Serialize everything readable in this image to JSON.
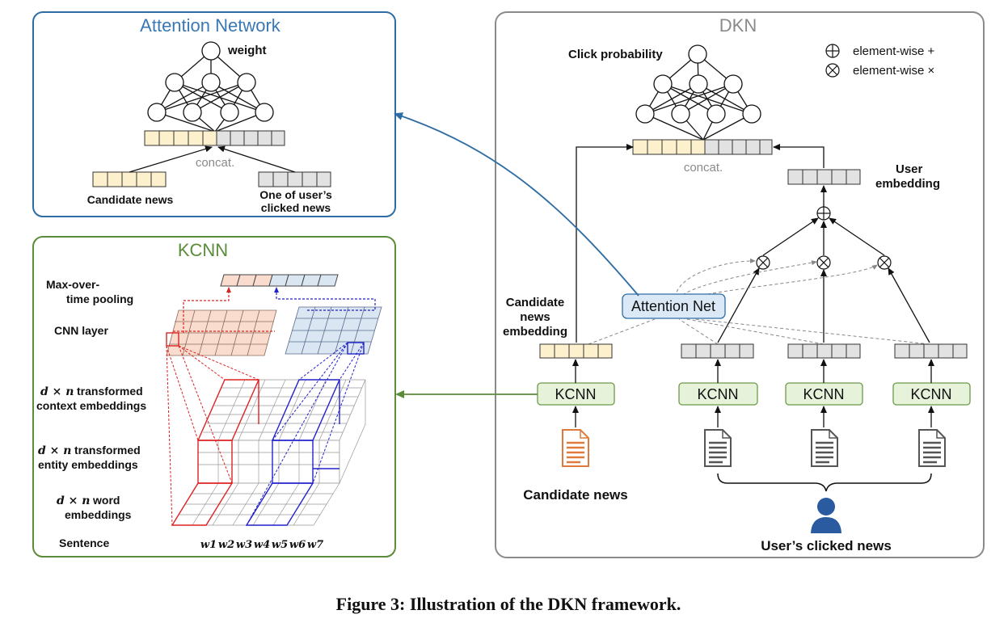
{
  "attention_panel": {
    "title": "Attention Network",
    "weight_label": "weight",
    "concat_label": "concat.",
    "candidate_label": "Candidate news",
    "clicked_label_1": "One of user’s",
    "clicked_label_2": "clicked news"
  },
  "kcnn_panel": {
    "title": "KCNN",
    "maxpool_1": "Max-over-",
    "maxpool_2": "time pooling",
    "cnn_layer": "CNN layer",
    "context_1": "transformed",
    "context_2": "context embeddings",
    "entity_1": "transformed",
    "entity_2": "entity embeddings",
    "word_1": "word",
    "word_2": "embeddings",
    "dxn": "d × n",
    "sentence": "Sentence",
    "words": [
      "w1",
      "w2",
      "w3",
      "w4",
      "w5",
      "w6",
      "w7"
    ]
  },
  "dkn_panel": {
    "title": "DKN",
    "click_probability": "Click probability",
    "legend_plus_symbol": "⊕",
    "legend_plus": "element-wise +",
    "legend_times_symbol": "⊗",
    "legend_times": "element-wise ×",
    "concat_label": "concat.",
    "user_embedding_1": "User",
    "user_embedding_2": "embedding",
    "candidate_embedding_1": "Candidate",
    "candidate_embedding_2": "news",
    "candidate_embedding_3": "embedding",
    "attention_net": "Attention Net",
    "kcnn_label": "KCNN",
    "candidate_news": "Candidate news",
    "users_clicked_news": "User’s clicked news"
  },
  "caption": "Figure 3: Illustration of the DKN framework.",
  "colors": {
    "attention_border": "#2e6da4",
    "attention_title": "#3a78b5",
    "kcnn_border": "#5b8c3a",
    "kcnn_title": "#5b8c3a",
    "dkn_border": "#8a8a8a",
    "candidate_cell": "#fdf0cd",
    "user_cell": "#e2e2e2",
    "kcnn_box": "#e6f2da",
    "attention_box": "#dbe9f7",
    "doc_candidate": "#e07a3c",
    "doc_user": "#555555",
    "user_icon": "#2a5aa0"
  },
  "icons": [
    "document-icon",
    "user-icon",
    "circled-plus-icon",
    "circled-times-icon"
  ]
}
